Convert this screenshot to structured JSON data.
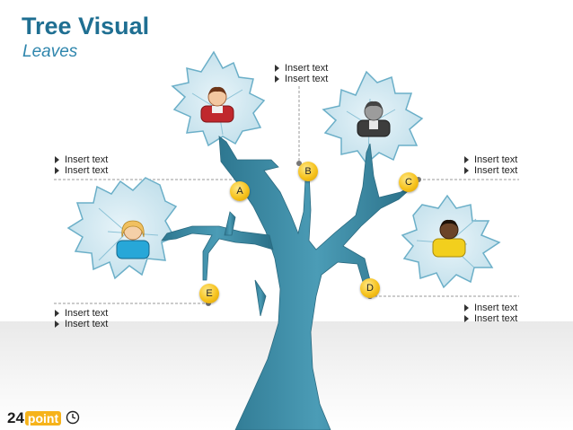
{
  "header": {
    "title": "Tree Visual",
    "subtitle": "Leaves"
  },
  "callouts": [
    {
      "id": "top",
      "lines": [
        "Insert text",
        "Insert text"
      ]
    },
    {
      "id": "mid-left",
      "lines": [
        "Insert text",
        "Insert text"
      ]
    },
    {
      "id": "mid-right",
      "lines": [
        "Insert text",
        "Insert text"
      ]
    },
    {
      "id": "bottom-left",
      "lines": [
        "Insert text",
        "Insert text"
      ]
    },
    {
      "id": "bottom-right",
      "lines": [
        "Insert text",
        "Insert text"
      ]
    }
  ],
  "badges": [
    "A",
    "B",
    "C",
    "D",
    "E"
  ],
  "logo": {
    "number": "24",
    "word": "point"
  },
  "colors": {
    "title": "#1f6f92",
    "trunk": "#3d8aa3",
    "leaf_fill": "#cfe6f0",
    "leaf_stroke": "#6bafc8",
    "badge": "#f6c21c"
  }
}
